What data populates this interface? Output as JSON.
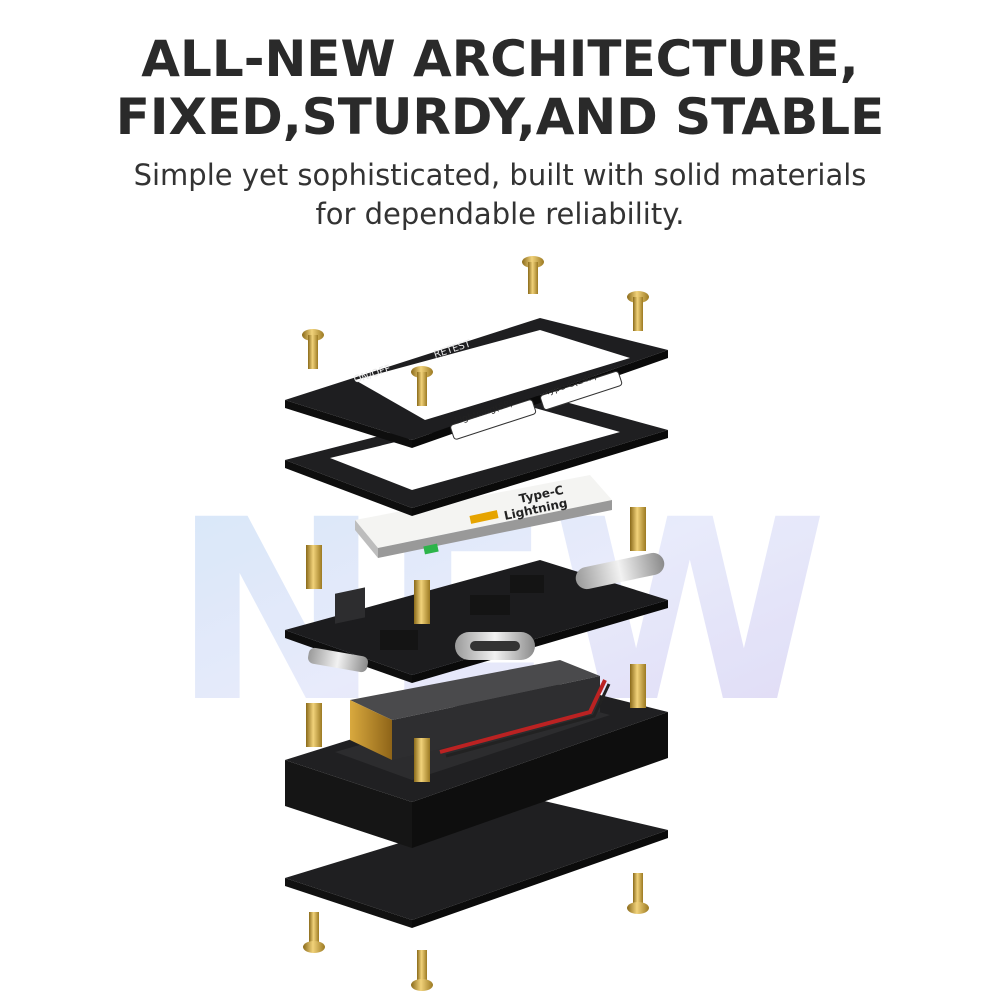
{
  "headline": {
    "line1": "ALL-NEW ARCHITECTURE,",
    "line2": "FIXED,STURDY,AND STABLE"
  },
  "subheadline": {
    "line1": "Simple yet sophisticated, built with solid materials",
    "line2": "for dependable reliability."
  },
  "background_word": "NEW",
  "panel_labels": {
    "on_off": "ON/OFF",
    "retest": "RETEST",
    "lightning": "Lightning(8P)",
    "type_c": "Type-C(24P)"
  },
  "screen_labels": {
    "type_c": "Type-C",
    "lightning": "Lightning"
  },
  "colors": {
    "heading": "#2a2a2a",
    "panel": "#1e1e20",
    "brass": "#c9a23a",
    "battery": "#b88a2a"
  }
}
